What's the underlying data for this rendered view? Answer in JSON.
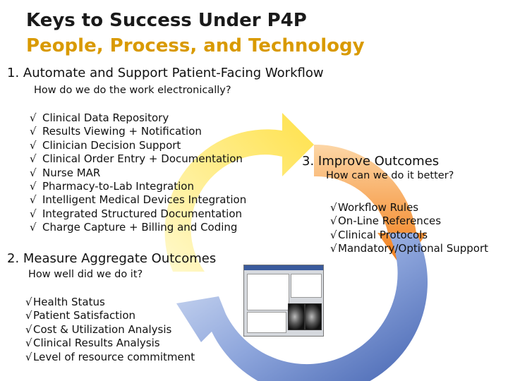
{
  "title": {
    "line1": "Keys to Success Under P4P",
    "line2": "People, Process, and Technology"
  },
  "colors": {
    "title_accent": "#d99a00",
    "arrow_yellow": "#ffe96b",
    "arrow_blue": "#4d6db8",
    "arrow_orange": "#f5871f"
  },
  "check_symbol": "√",
  "section1": {
    "heading": "1.  Automate and Support Patient-Facing Workflow",
    "question": "How do we do the work electronically?",
    "items": [
      "Clinical Data Repository",
      "Results Viewing + Notification",
      "Clinician Decision Support",
      "Clinical Order Entry + Documentation",
      "Nurse MAR",
      "Pharmacy-to-Lab Integration",
      "Intelligent Medical Devices Integration",
      "Integrated Structured Documentation",
      "Charge Capture + Billing and Coding"
    ]
  },
  "section2": {
    "heading": "2.  Measure Aggregate Outcomes",
    "question": "How well did we do it?",
    "items": [
      "Health Status",
      "Patient Satisfaction",
      "Cost & Utilization Analysis",
      "Clinical Results Analysis",
      "Level of resource commitment"
    ]
  },
  "section3": {
    "heading": "3.  Improve Outcomes",
    "question": "How can we do it better?",
    "items": [
      "Workflow Rules",
      "On-Line References",
      "Clinical Protocols",
      "Mandatory/Optional Support"
    ]
  }
}
